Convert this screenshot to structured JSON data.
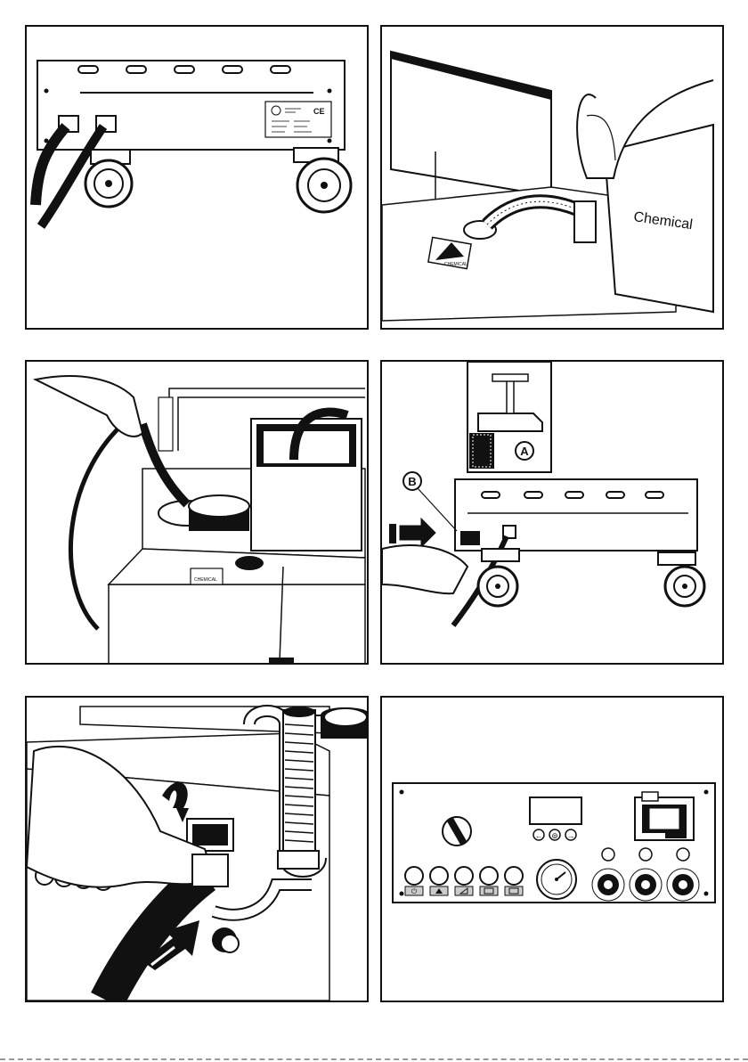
{
  "panels": [
    {
      "label": ""
    },
    {
      "label": "Chemical",
      "tag": "CHEMICAL"
    },
    {
      "tag": "CHEMICAL"
    },
    {
      "callout_a": "A",
      "callout_b": "B"
    },
    {
      "label": ""
    },
    {
      "label": ""
    }
  ],
  "icons": {
    "power": "⏻",
    "arrow_left": "←",
    "arrow_right": "→",
    "settings": "⊚"
  }
}
